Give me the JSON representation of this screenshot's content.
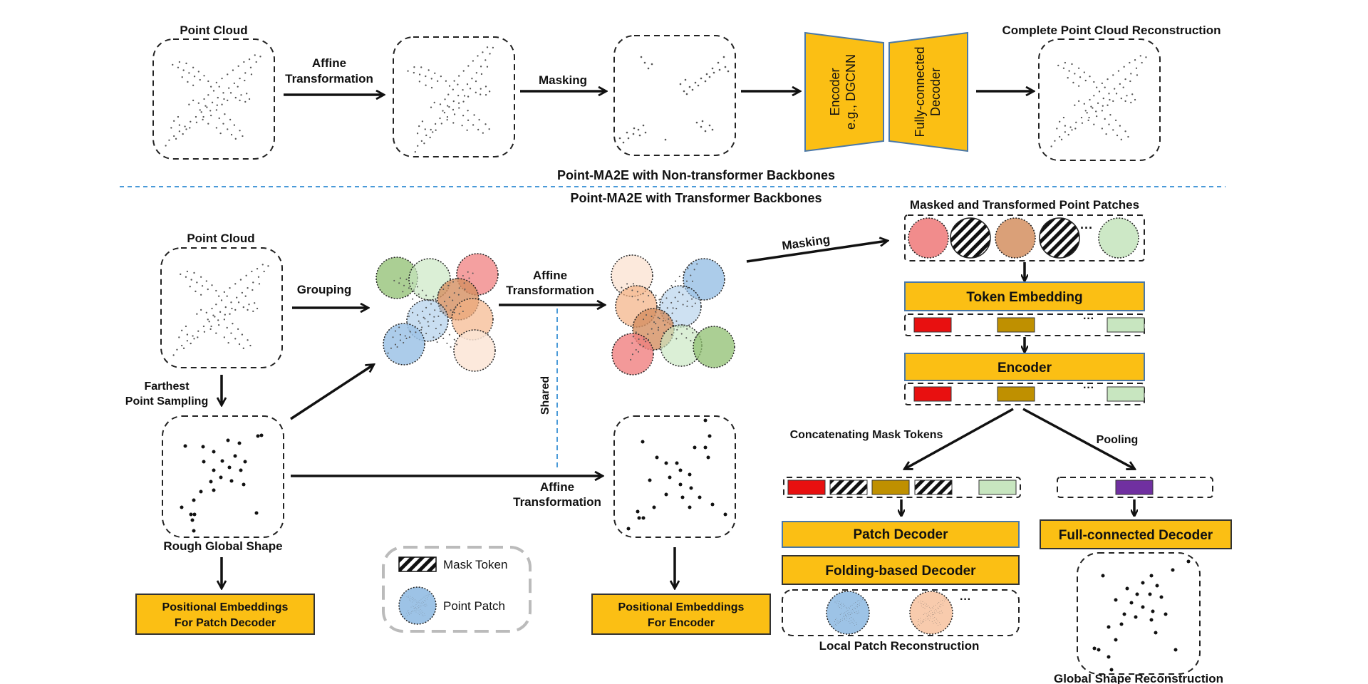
{
  "colors": {
    "encoder_yellow": "#FBBF14",
    "separator_blue": "#4a9ad8",
    "token_red": "#E81010",
    "token_brown": "#BF9000",
    "token_green": "#C8E6C0",
    "token_purple": "#7030A0",
    "patch_red": "#F08080",
    "patch_green": "#8FBF70",
    "patch_blue": "#9DC3E6",
    "patch_orange": "#F4B183",
    "patch_peach": "#FBE5D6"
  },
  "top": {
    "point_cloud": "Point Cloud",
    "affine_line1": "Affine",
    "affine_line2": "Transformation",
    "masking": "Masking",
    "encoder_line1": "Encoder",
    "encoder_line2": "e.g., DGCNN",
    "decoder_line1": "Fully-connected",
    "decoder_line2": "Decoder",
    "complete_reconstruction": "Complete Point Cloud Reconstruction",
    "section_title": "Point-MA2E with Non-transformer Backbones"
  },
  "bottom": {
    "section_title": "Point-MA2E with Transformer Backbones",
    "point_cloud": "Point Cloud",
    "grouping": "Grouping",
    "affine_line1": "Affine",
    "affine_line2": "Transformation",
    "masking": "Masking",
    "shared": "Shared",
    "fps_line1": "Farthest",
    "fps_line2": "Point Sampling",
    "rough_global_shape": "Rough Global Shape",
    "affine2_line1": "Affine",
    "affine2_line2": "Transformation",
    "pos_patch_line1": "Positional Embeddings",
    "pos_patch_line2": "For Patch Decoder",
    "pos_enc_line1": "Positional Embeddings",
    "pos_enc_line2": "For Encoder",
    "legend_mask_token": "Mask Token",
    "legend_point_patch": "Point Patch",
    "masked_patches_title": "Masked and Transformed Point Patches",
    "token_embedding": "Token Embedding",
    "encoder": "Encoder",
    "concat_mask_tokens": "Concatenating Mask Tokens",
    "pooling": "Pooling",
    "patch_decoder": "Patch Decoder",
    "folding_decoder": "Folding-based Decoder",
    "full_connected_decoder": "Full-connected Decoder",
    "local_patch_reconstruction": "Local Patch Reconstruction",
    "global_shape_reconstruction": "Global Shape Reconstruction",
    "ellipsis": "···"
  }
}
